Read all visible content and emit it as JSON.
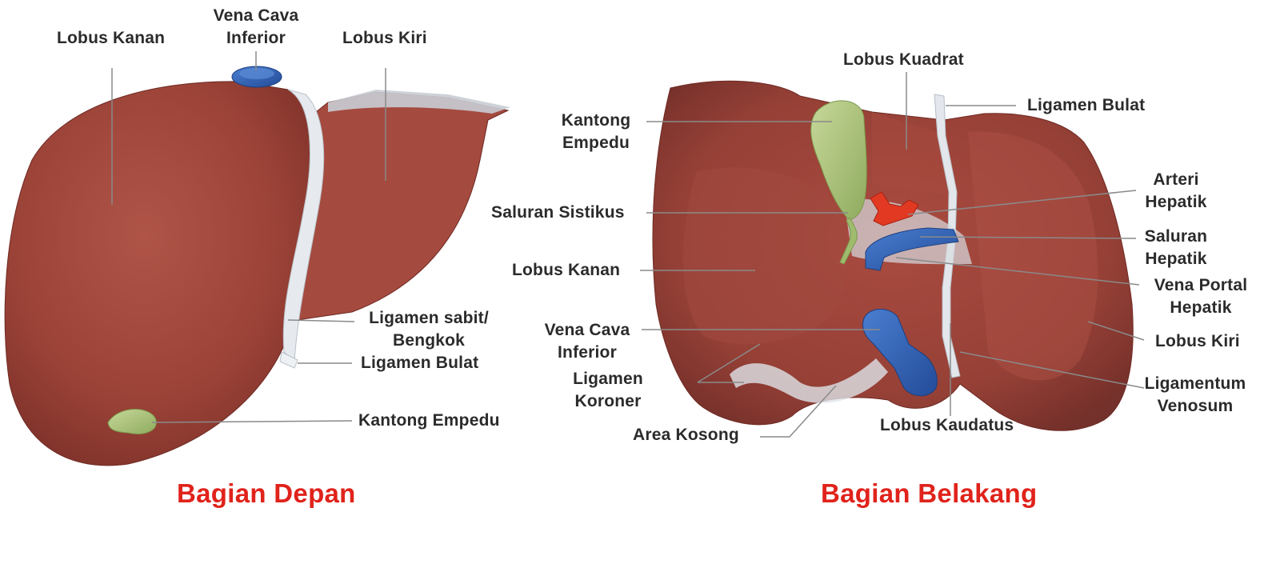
{
  "front": {
    "caption": "Bagian Depan",
    "lobus_kanan": "Lobus Kanan",
    "vena_cava_1": "Vena Cava",
    "vena_cava_2": "Inferior",
    "lobus_kiri": "Lobus Kiri",
    "ligamen_sabit_1": "Ligamen sabit/",
    "ligamen_sabit_2": "Bengkok",
    "ligamen_bulat": "Ligamen Bulat",
    "kantong_empedu": "Kantong Empedu"
  },
  "back": {
    "caption": "Bagian Belakang",
    "lobus_kuadrat": "Lobus Kuadrat",
    "kantong_1": "Kantong",
    "kantong_2": "Empedu",
    "ligamen_bulat": "Ligamen Bulat",
    "arteri_1": "Arteri",
    "arteri_2": "Hepatik",
    "saluran_sistikus": "Saluran Sistikus",
    "saluran_hep_1": "Saluran",
    "saluran_hep_2": "Hepatik",
    "lobus_kanan": "Lobus Kanan",
    "vena_portal_1": "Vena Portal",
    "vena_portal_2": "Hepatik",
    "vena_cava_1": "Vena Cava",
    "vena_cava_2": "Inferior",
    "lobus_kiri": "Lobus Kiri",
    "ligamen_koroner_1": "Ligamen",
    "ligamen_koroner_2": "Koroner",
    "ligamentum_1": "Ligamentum",
    "ligamentum_2": "Venosum",
    "area_kosong": "Area Kosong",
    "lobus_kaudatus": "Lobus Kaudatus"
  },
  "colors": {
    "liver": "#a2473d",
    "liver_dark": "#7d3129",
    "vein_blue": "#2f5fb3",
    "artery_red": "#e23a22",
    "gallbladder": "#a9c27c",
    "ligament": "#dfe4ea",
    "caption_red": "#e0231b"
  }
}
